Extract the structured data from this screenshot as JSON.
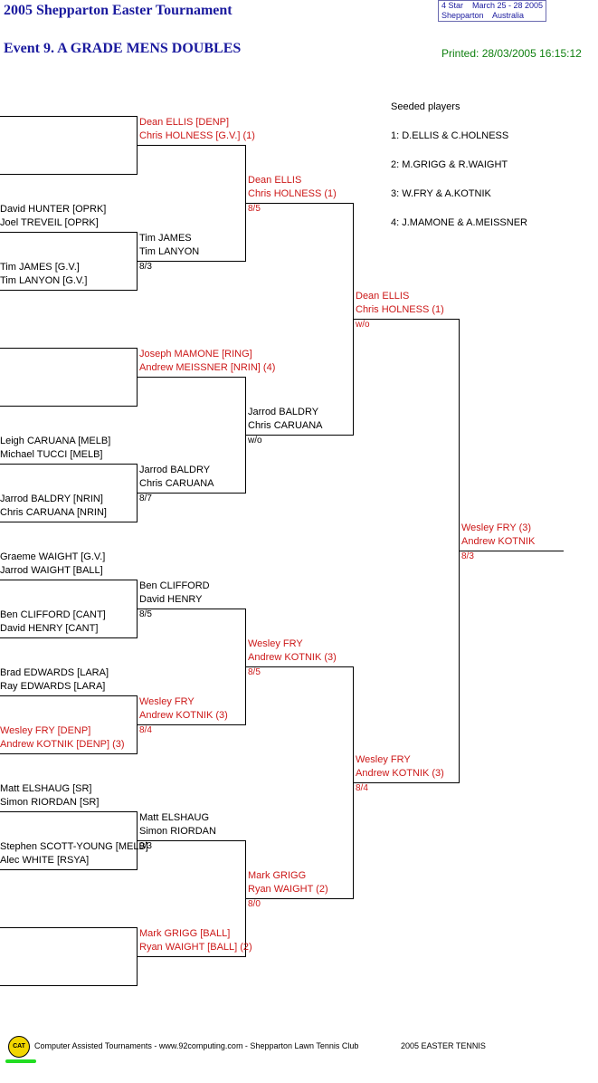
{
  "header": {
    "tournament_title": "2005 Shepparton Easter Tournament",
    "event_title": "Event 9. A GRADE MENS DOUBLES",
    "info_line1": "4 Star    March 25 - 28 2005",
    "info_line2": "Shepparton    Australia",
    "printed": "Printed: 28/03/2005 16:15:12"
  },
  "seeds": {
    "heading": "Seeded players",
    "items": [
      "1: D.ELLIS & C.HOLNESS",
      "2: M.GRIGG & R.WAIGHT",
      "3: W.FRY & A.KOTNIK",
      "4: J.MAMONE & A.MEISSNER"
    ]
  },
  "round1": [
    {
      "p1": "",
      "p2": ""
    },
    {
      "p1": "David HUNTER [OPRK]",
      "p2": "Joel TREVEIL [OPRK]"
    },
    {
      "p1": "Tim JAMES [G.V.]",
      "p2": "Tim LANYON [G.V.]"
    },
    {
      "p1": "",
      "p2": ""
    },
    {
      "p1": "Leigh CARUANA [MELB]",
      "p2": "Michael TUCCI [MELB]"
    },
    {
      "p1": "Jarrod BALDRY [NRIN]",
      "p2": "Chris CARUANA [NRIN]"
    },
    {
      "p1": "Graeme WAIGHT [G.V.]",
      "p2": "Jarrod WAIGHT [BALL]"
    },
    {
      "p1": "Ben CLIFFORD [CANT]",
      "p2": "David HENRY [CANT]"
    },
    {
      "p1": "Brad EDWARDS [LARA]",
      "p2": "Ray EDWARDS [LARA]"
    },
    {
      "p1": "Wesley FRY [DENP]",
      "p2": "Andrew KOTNIK [DENP] (3)"
    },
    {
      "p1": "Matt ELSHAUG [SR]",
      "p2": "Simon RIORDAN [SR]"
    },
    {
      "p1": "Stephen SCOTT-YOUNG [MELB]",
      "p2": "Alec WHITE [RSYA]"
    },
    {
      "p1": "",
      "p2": ""
    }
  ],
  "round2": [
    {
      "p1": "Dean ELLIS [DENP]",
      "p2": "Chris HOLNESS [G.V.] (1)",
      "score": ""
    },
    {
      "p1": "Tim JAMES",
      "p2": "Tim LANYON",
      "score": "8/3"
    },
    {
      "p1": "Joseph MAMONE [RING]",
      "p2": "Andrew MEISSNER [NRIN] (4)",
      "score": ""
    },
    {
      "p1": "Jarrod BALDRY",
      "p2": "Chris CARUANA",
      "score": "8/7"
    },
    {
      "p1": "Ben CLIFFORD",
      "p2": "David HENRY",
      "score": "8/5"
    },
    {
      "p1": "Wesley FRY",
      "p2": "Andrew KOTNIK (3)",
      "score": "8/4"
    },
    {
      "p1": "Matt ELSHAUG",
      "p2": "Simon RIORDAN",
      "score": "9/3"
    },
    {
      "p1": "Mark GRIGG [BALL]",
      "p2": "Ryan WAIGHT [BALL] (2)",
      "score": ""
    }
  ],
  "round3": [
    {
      "p1": "Dean ELLIS",
      "p2": "Chris HOLNESS (1)",
      "score": "8/5"
    },
    {
      "p1": "Jarrod BALDRY",
      "p2": "Chris CARUANA",
      "score": "w/o"
    },
    {
      "p1": "Wesley FRY",
      "p2": "Andrew KOTNIK (3)",
      "score": "8/5"
    },
    {
      "p1": "Mark GRIGG",
      "p2": "Ryan WAIGHT (2)",
      "score": "8/0"
    }
  ],
  "round4": [
    {
      "p1": "Dean ELLIS",
      "p2": "Chris HOLNESS (1)",
      "score": "w/o"
    },
    {
      "p1": "Wesley FRY",
      "p2": "Andrew KOTNIK (3)",
      "score": "8/4"
    }
  ],
  "final": {
    "p1": "Wesley FRY (3)",
    "p2": "Andrew KOTNIK",
    "score": "8/3"
  },
  "footer": {
    "logo_text": "CAT",
    "line": "Computer Assisted Tournaments - www.92computing.com -  Shepparton Lawn Tennis Club",
    "event": "2005 EASTER TENNIS"
  }
}
